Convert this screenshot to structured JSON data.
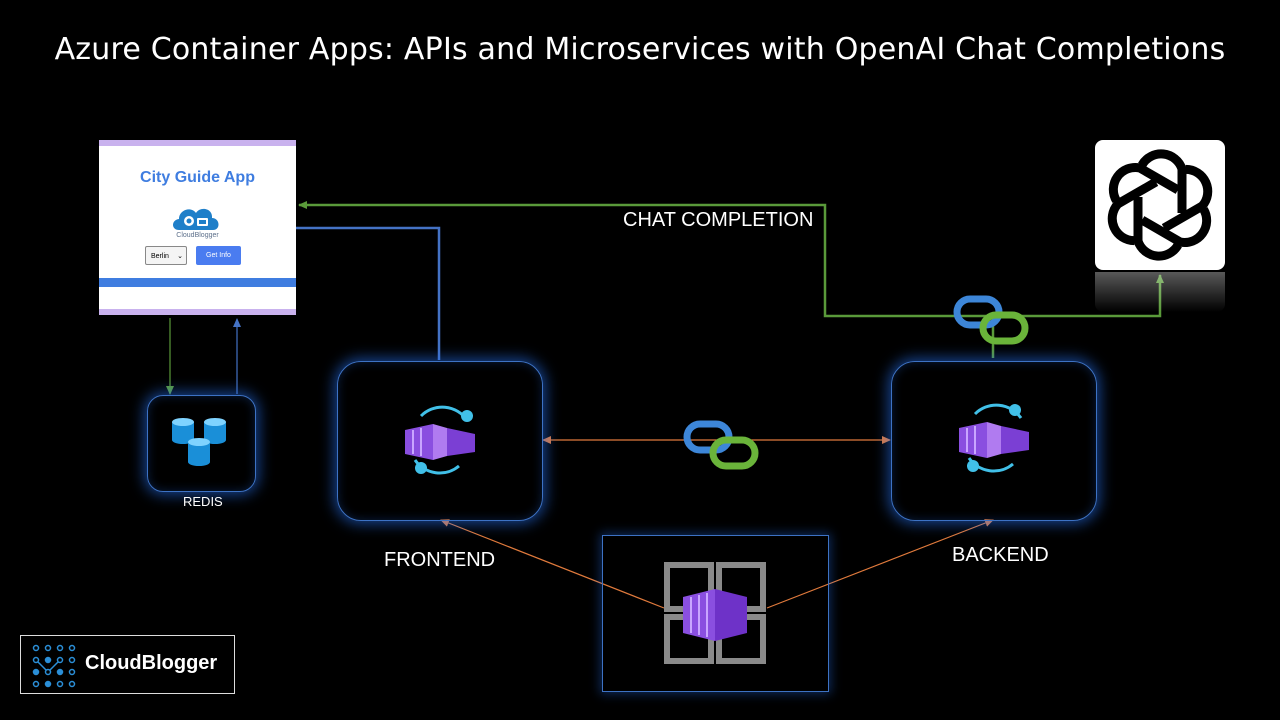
{
  "title": "Azure Container Apps: APIs and Microservices with OpenAI Chat Completions",
  "labels": {
    "redis": "REDIS",
    "frontend": "FRONTEND",
    "backend": "BACKEND",
    "chat_completion": "CHAT COMPLETION"
  },
  "app_card": {
    "title": "City Guide App",
    "logo_caption": "CloudBlogger",
    "city_select_value": "Berlin",
    "button_label": "Get Info"
  },
  "brand": {
    "name": "CloudBlogger"
  },
  "colors": {
    "background": "#000000",
    "glow_border": "#3d72c4",
    "green_arrow": "#5a9a3a",
    "blue_arrow": "#4472c4",
    "orange_arrow": "#e07a3c",
    "container_purple": "#8a4fe0",
    "link_blue": "#3d86d8",
    "link_green": "#6ab43a"
  },
  "icons": [
    "redis-icon",
    "container-app-icon",
    "chain-link-icon",
    "container-environment-icon",
    "openai-logo",
    "cloudblogger-logo"
  ]
}
